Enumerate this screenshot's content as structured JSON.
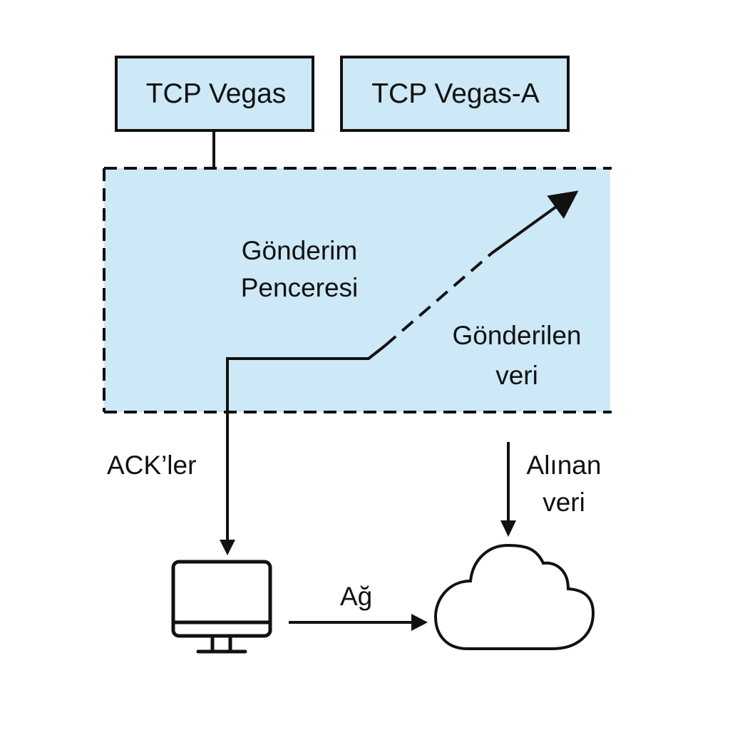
{
  "colors": {
    "box_fill": "#cde8f6",
    "stroke": "#111111",
    "background": "#ffffff"
  },
  "boxes": {
    "tcp_vegas": "TCP Vegas",
    "tcp_vegas_a": "TCP Vegas-A"
  },
  "send_window": {
    "label_line1": "Gönderim",
    "label_line2": "Penceresi"
  },
  "sent_data": {
    "label_line1": "Gönderilen",
    "label_line2": "veri"
  },
  "acks": {
    "label": "ACK’ler"
  },
  "received_data": {
    "label_line1": "Alınan",
    "label_line2": "veri"
  },
  "network": {
    "label": "Ağ"
  },
  "icons": {
    "computer": "computer-monitor-icon",
    "cloud": "cloud-icon"
  }
}
